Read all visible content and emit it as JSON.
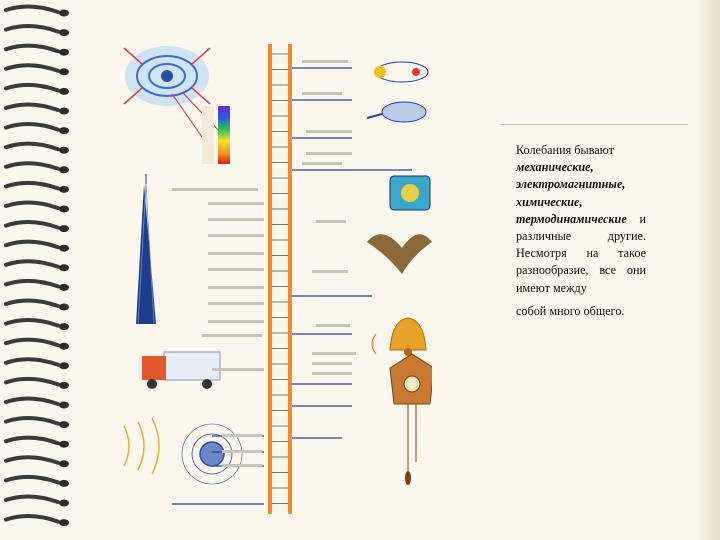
{
  "slide": {
    "text": {
      "intro": "Колебания бывают",
      "types": [
        "механические,",
        "электромагнитные,",
        "химические,",
        "термодинамические"
      ],
      "middle": "и различные другие. Несмотря на такое разнообразие, все они имеют между",
      "closing": "собой много общего."
    },
    "colors": {
      "background": "#fbf7ec",
      "axis": "#f08a2a",
      "spectrum_line": "#2a3f9f",
      "text": "#111111"
    },
    "diagram": {
      "icons": [
        "magnet-field-icon",
        "tv-tower-icon",
        "truck-icon",
        "sound-waves-icon",
        "gyroscope-icon",
        "flask-icon",
        "tv-screen-icon",
        "bat-icon",
        "bell-icon",
        "cuckoo-clock-icon"
      ]
    }
  }
}
